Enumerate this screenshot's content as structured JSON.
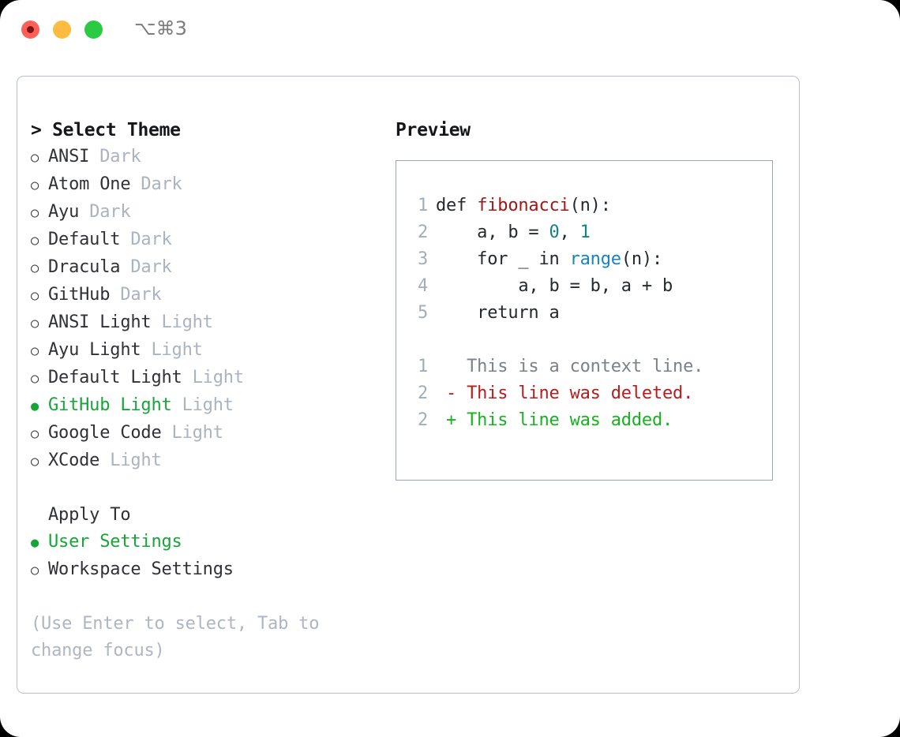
{
  "titlebar": {
    "shortcut": "⌥⌘3",
    "lights": [
      {
        "name": "close",
        "color": "#fc6058"
      },
      {
        "name": "minimize",
        "color": "#fdbc40"
      },
      {
        "name": "maximize",
        "color": "#2acb42"
      }
    ]
  },
  "theme_picker": {
    "header": "> Select Theme",
    "items": [
      {
        "marker": "○",
        "name": "ANSI",
        "variant": "Dark",
        "selected": false
      },
      {
        "marker": "○",
        "name": "Atom One",
        "variant": "Dark",
        "selected": false
      },
      {
        "marker": "○",
        "name": "Ayu",
        "variant": "Dark",
        "selected": false
      },
      {
        "marker": "○",
        "name": "Default",
        "variant": "Dark",
        "selected": false
      },
      {
        "marker": "○",
        "name": "Dracula",
        "variant": "Dark",
        "selected": false
      },
      {
        "marker": "○",
        "name": "GitHub",
        "variant": "Dark",
        "selected": false
      },
      {
        "marker": "○",
        "name": "ANSI Light",
        "variant": "Light",
        "selected": false
      },
      {
        "marker": "○",
        "name": "Ayu Light",
        "variant": "Light",
        "selected": false
      },
      {
        "marker": "○",
        "name": "Default Light",
        "variant": "Light",
        "selected": false
      },
      {
        "marker": "●",
        "name": "GitHub Light",
        "variant": "Light",
        "selected": true
      },
      {
        "marker": "○",
        "name": "Google Code",
        "variant": "Light",
        "selected": false
      },
      {
        "marker": "○",
        "name": "XCode",
        "variant": "Light",
        "selected": false
      }
    ]
  },
  "apply_to": {
    "title": "Apply To",
    "options": [
      {
        "marker": "●",
        "label": "User Settings",
        "selected": true
      },
      {
        "marker": "○",
        "label": "Workspace Settings",
        "selected": false
      }
    ]
  },
  "hint": "(Use Enter to select, Tab to change focus)",
  "preview": {
    "title": "Preview",
    "code_lines": [
      {
        "num": "1",
        "segments": [
          {
            "text": "def ",
            "type": "plain"
          },
          {
            "text": "fibonacci",
            "type": "func"
          },
          {
            "text": "(n):",
            "type": "plain"
          }
        ]
      },
      {
        "num": "2",
        "segments": [
          {
            "text": "    a, b = ",
            "type": "plain"
          },
          {
            "text": "0",
            "type": "num"
          },
          {
            "text": ", ",
            "type": "plain"
          },
          {
            "text": "1",
            "type": "num"
          }
        ]
      },
      {
        "num": "3",
        "segments": [
          {
            "text": "    for _ in ",
            "type": "plain"
          },
          {
            "text": "range",
            "type": "builtin"
          },
          {
            "text": "(n):",
            "type": "plain"
          }
        ]
      },
      {
        "num": "4",
        "segments": [
          {
            "text": "        a, b = b, a + b",
            "type": "plain"
          }
        ]
      },
      {
        "num": "5",
        "segments": [
          {
            "text": "    return a",
            "type": "plain"
          }
        ]
      },
      {
        "num": "",
        "segments": [
          {
            "text": "",
            "type": "plain"
          }
        ]
      },
      {
        "num": "1",
        "segments": [
          {
            "text": "   This is a context line.",
            "type": "ctx"
          }
        ]
      },
      {
        "num": "2",
        "segments": [
          {
            "text": " - This line was deleted.",
            "type": "del"
          }
        ]
      },
      {
        "num": "2",
        "segments": [
          {
            "text": " + This line was added.",
            "type": "add"
          }
        ]
      }
    ]
  },
  "colors": {
    "accent_green": "#17a53a",
    "muted": "#aab3bf",
    "border": "#b9c0ca",
    "preview_border": "#9aa5b1",
    "syntax_function": "#a01818",
    "syntax_number": "#0e857f",
    "syntax_builtin": "#1484c4",
    "diff_added": "#16b320",
    "diff_deleted": "#b81c1c",
    "diff_context": "#7b8189",
    "line_number": "#a3adb8"
  }
}
